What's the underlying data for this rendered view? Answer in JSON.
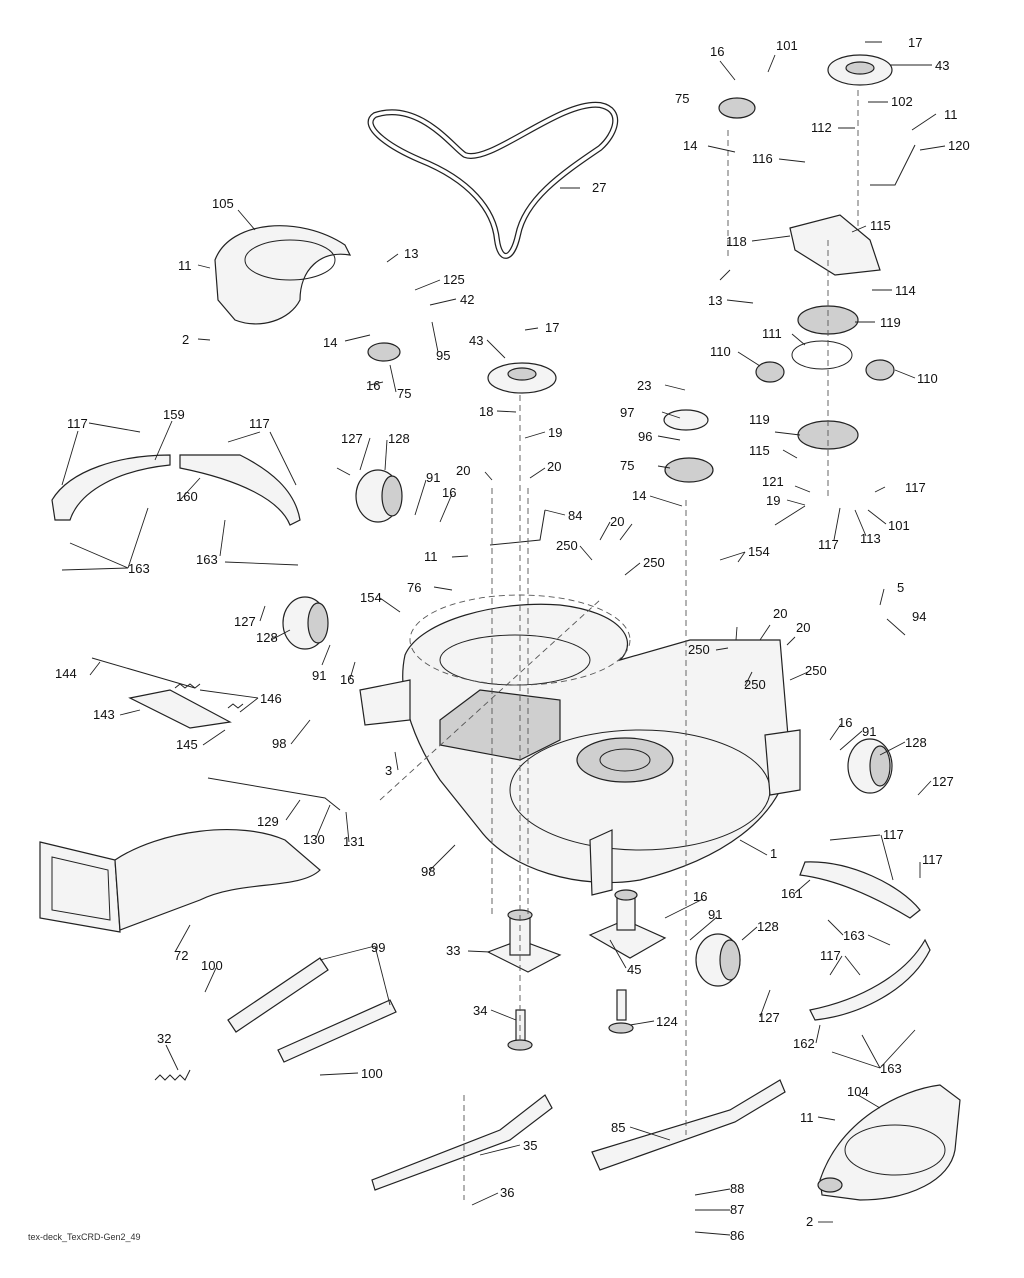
{
  "footer_label": "tex-deck_TexCRD-Gen2_49",
  "callouts": {
    "c1": "1",
    "c2a": "2",
    "c2b": "2",
    "c3": "3",
    "c5": "5",
    "c11a": "11",
    "c11b": "11",
    "c11c": "11",
    "c11d": "11",
    "c13a": "13",
    "c13b": "13",
    "c14a": "14",
    "c14b": "14",
    "c14c": "14",
    "c16a": "16",
    "c16b": "16",
    "c16c": "16",
    "c16d": "16",
    "c16e": "16",
    "c16f": "16",
    "c17a": "17",
    "c17b": "17",
    "c18": "18",
    "c19a": "19",
    "c19b": "19",
    "c20a": "20",
    "c20b": "20",
    "c20c": "20",
    "c20d": "20",
    "c20e": "20",
    "c23": "23",
    "c27": "27",
    "c32": "32",
    "c33": "33",
    "c34": "34",
    "c35": "35",
    "c36": "36",
    "c42": "42",
    "c43a": "43",
    "c43b": "43",
    "c45": "45",
    "c72": "72",
    "c75a": "75",
    "c75b": "75",
    "c75c": "75",
    "c76": "76",
    "c84": "84",
    "c85": "85",
    "c86": "86",
    "c87": "87",
    "c88": "88",
    "c91a": "91",
    "c91b": "91",
    "c91c": "91",
    "c91d": "91",
    "c94": "94",
    "c95": "95",
    "c96": "96",
    "c97": "97",
    "c98a": "98",
    "c98b": "98",
    "c99": "99",
    "c100a": "100",
    "c100b": "100",
    "c101a": "101",
    "c101b": "101",
    "c102": "102",
    "c104": "104",
    "c105": "105",
    "c110a": "110",
    "c110b": "110",
    "c111": "111",
    "c112": "112",
    "c113": "113",
    "c114": "114",
    "c115a": "115",
    "c115b": "115",
    "c116": "116",
    "c117a": "117",
    "c117b": "117",
    "c117c": "117",
    "c117d": "117",
    "c117e": "117",
    "c117f": "117",
    "c117g": "117",
    "c118": "118",
    "c119a": "119",
    "c119b": "119",
    "c120": "120",
    "c121": "121",
    "c124": "124",
    "c125": "125",
    "c127a": "127",
    "c127b": "127",
    "c127c": "127",
    "c127d": "127",
    "c128a": "128",
    "c128b": "128",
    "c128c": "128",
    "c128d": "128",
    "c129": "129",
    "c130": "130",
    "c131": "131",
    "c143": "143",
    "c144": "144",
    "c145": "145",
    "c146": "146",
    "c154a": "154",
    "c154b": "154",
    "c159": "159",
    "c160": "160",
    "c161": "161",
    "c162": "162",
    "c163a": "163",
    "c163b": "163",
    "c163c": "163",
    "c163d": "163",
    "c250a": "250",
    "c250b": "250",
    "c250c": "250",
    "c250d": "250",
    "c250e": "250"
  }
}
